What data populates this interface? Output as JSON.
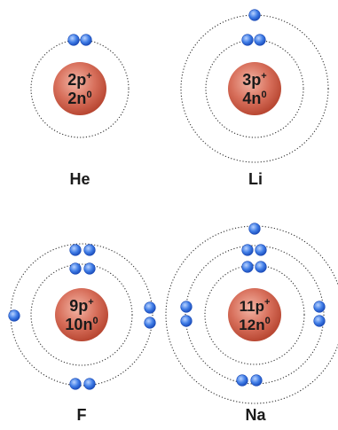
{
  "atoms": [
    {
      "symbol": "He",
      "nucleus": {
        "protons": "2p",
        "neutrons": "2n"
      }
    },
    {
      "symbol": "Li",
      "nucleus": {
        "protons": "3p",
        "neutrons": "4n"
      }
    },
    {
      "symbol": "F",
      "nucleus": {
        "protons": "9p",
        "neutrons": "10n"
      }
    },
    {
      "symbol": "Na",
      "nucleus": {
        "protons": "11p",
        "neutrons": "12n"
      }
    }
  ],
  "superscripts": {
    "proton": "+",
    "neutron": "0"
  },
  "colors": {
    "nucleus_center": "#f3b6a6",
    "nucleus_edge": "#b5432e",
    "electron_center": "#b9d3ff",
    "electron_edge": "#1747b5",
    "text": "#1a1a1a"
  }
}
